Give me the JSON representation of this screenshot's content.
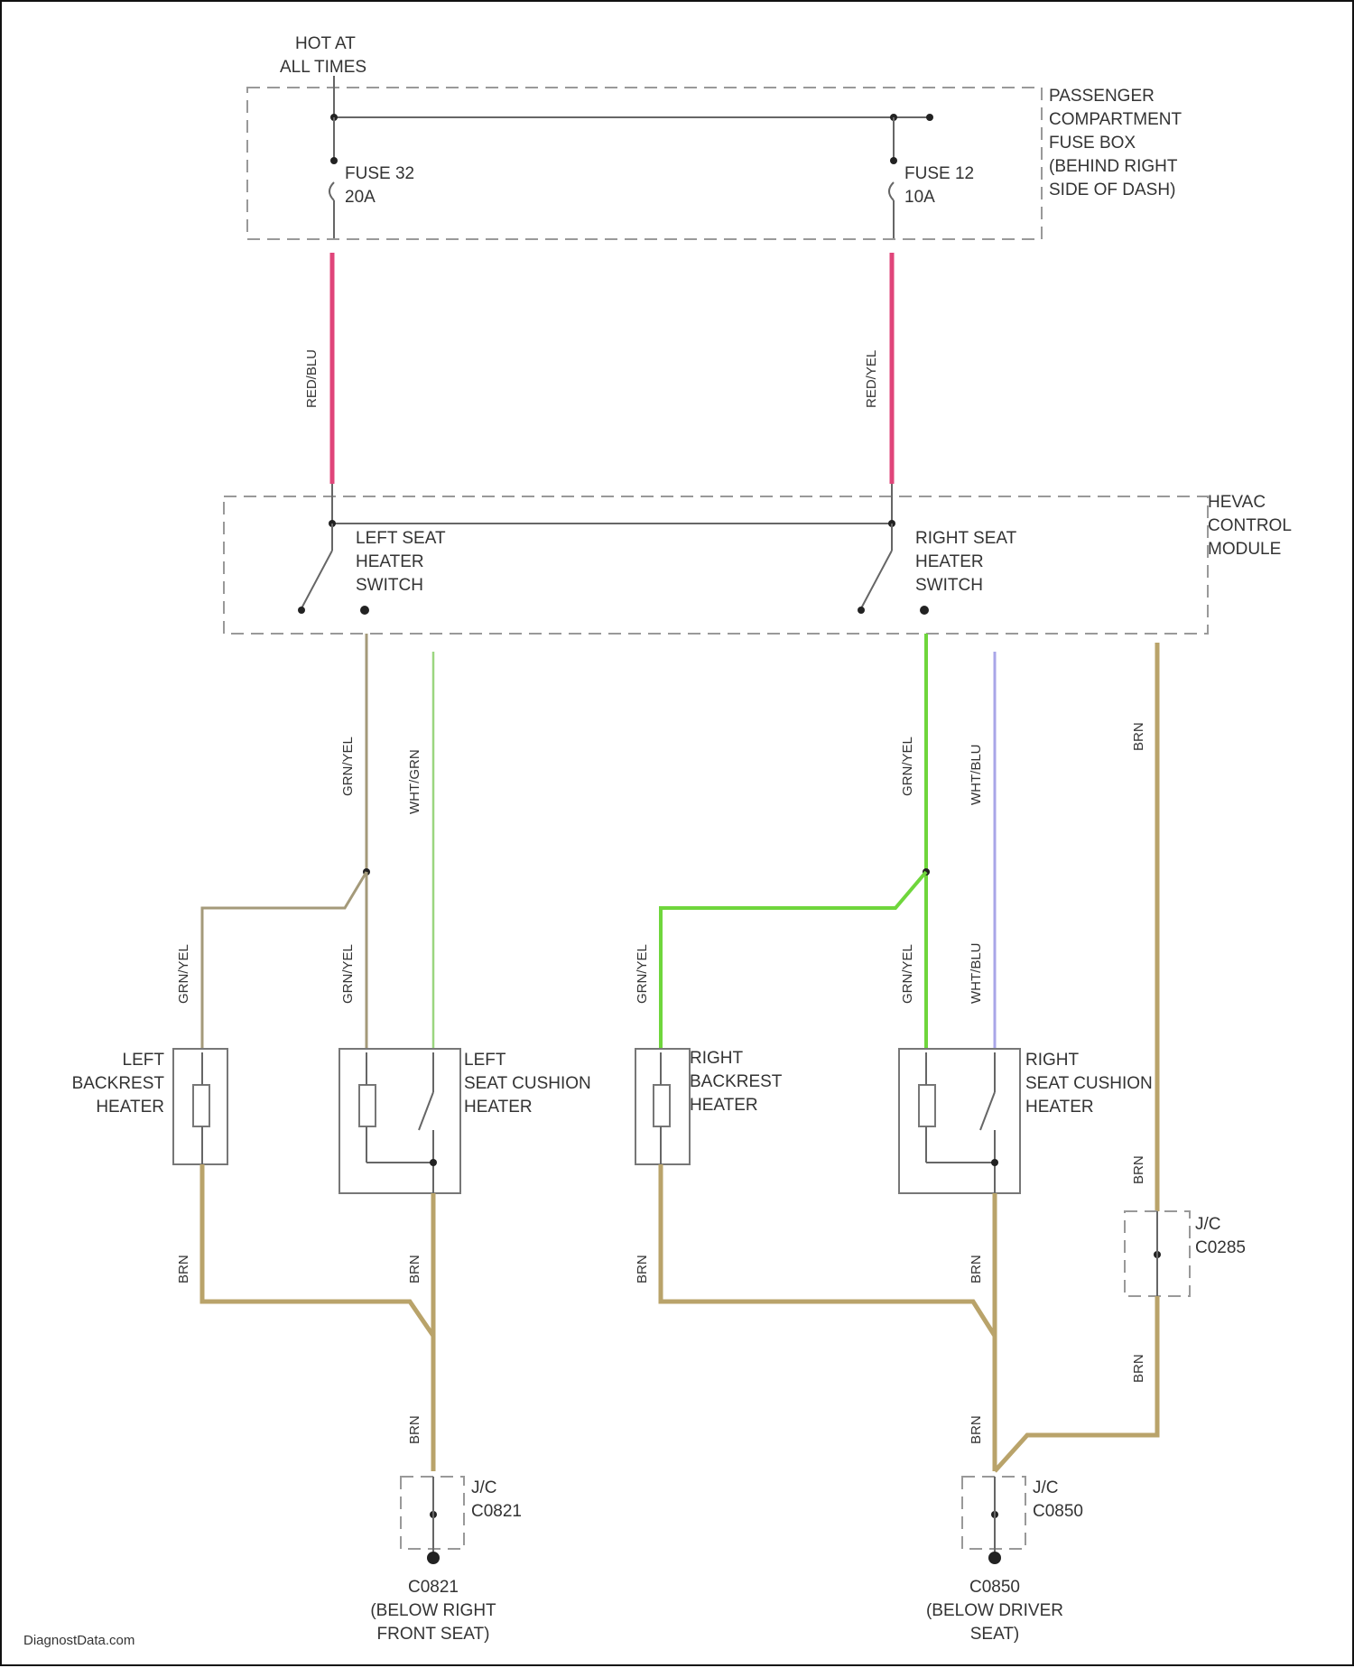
{
  "top": {
    "hot_label_1": "HOT AT",
    "hot_label_2": "ALL TIMES"
  },
  "fuse_box": {
    "label_lines": [
      "PASSENGER",
      "COMPARTMENT",
      "FUSE BOX",
      "(BEHIND RIGHT",
      "SIDE OF DASH)"
    ],
    "fuse_a": {
      "name": "FUSE 32",
      "rating": "20A"
    },
    "fuse_b": {
      "name": "FUSE 12",
      "rating": "10A"
    }
  },
  "hevac": {
    "label_lines": [
      "HEVAC",
      "CONTROL",
      "MODULE"
    ],
    "left_switch": [
      "LEFT SEAT",
      "HEATER",
      "SWITCH"
    ],
    "right_switch": [
      "RIGHT SEAT",
      "HEATER",
      "SWITCH"
    ]
  },
  "wire_colors": {
    "red_left": "RED/BLU",
    "red_right": "RED/YEL",
    "left_a": "GRN/YEL",
    "left_b": "WHT/GRN",
    "right_a": "GRN/YEL",
    "right_b": "WHT/BLU",
    "ground": "BRN"
  },
  "components": {
    "left_backrest": [
      "LEFT",
      "BACKREST",
      "HEATER"
    ],
    "left_cushion": [
      "LEFT",
      "SEAT CUSHION",
      "HEATER"
    ],
    "right_backrest": [
      "RIGHT",
      "BACKREST",
      "HEATER"
    ],
    "right_cushion": [
      "RIGHT",
      "SEAT CUSHION",
      "HEATER"
    ]
  },
  "junctions": {
    "jc_c0285": [
      "J/C",
      "C0285"
    ],
    "jc_left": [
      "J/C",
      "C0821"
    ],
    "jc_right": [
      "J/C",
      "C0850"
    ]
  },
  "grounds": {
    "left": [
      "C0821",
      "(BELOW RIGHT",
      "FRONT SEAT)"
    ],
    "right": [
      "C0850",
      "(BELOW DRIVER",
      "SEAT)"
    ]
  },
  "footer": {
    "watermark": "DiagnostData.com"
  },
  "colors": {
    "red": "#e0457a",
    "green": "#6fd63c",
    "light_green": "#9bd680",
    "blue": "#a9a6e8",
    "tan": "#b9a36a",
    "gray": "#a49a7a"
  }
}
